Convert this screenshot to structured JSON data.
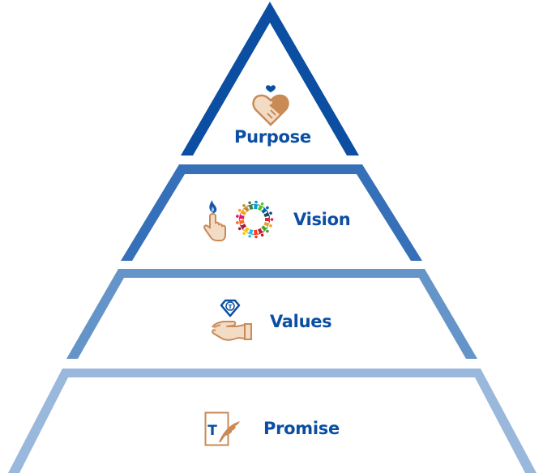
{
  "diagram": {
    "type": "pyramid",
    "levels_top_to_bottom": [
      {
        "label": "Purpose",
        "icons": [
          "heart-handshake-icon"
        ],
        "stroke_color": "#0B4EA2"
      },
      {
        "label": "Vision",
        "icons": [
          "pointing-hand-flame-icon",
          "people-circle-icon"
        ],
        "stroke_color": "#3670B8"
      },
      {
        "label": "Values",
        "icons": [
          "hand-diamond-icon"
        ],
        "stroke_color": "#6595C8"
      },
      {
        "label": "Promise",
        "icons": [
          "document-quill-icon"
        ],
        "stroke_color": "#9AB8DC"
      }
    ]
  },
  "colors": {
    "text": "#0B4EA2",
    "icon_skin": "#F3DCC6",
    "icon_outline": "#C98A55"
  }
}
